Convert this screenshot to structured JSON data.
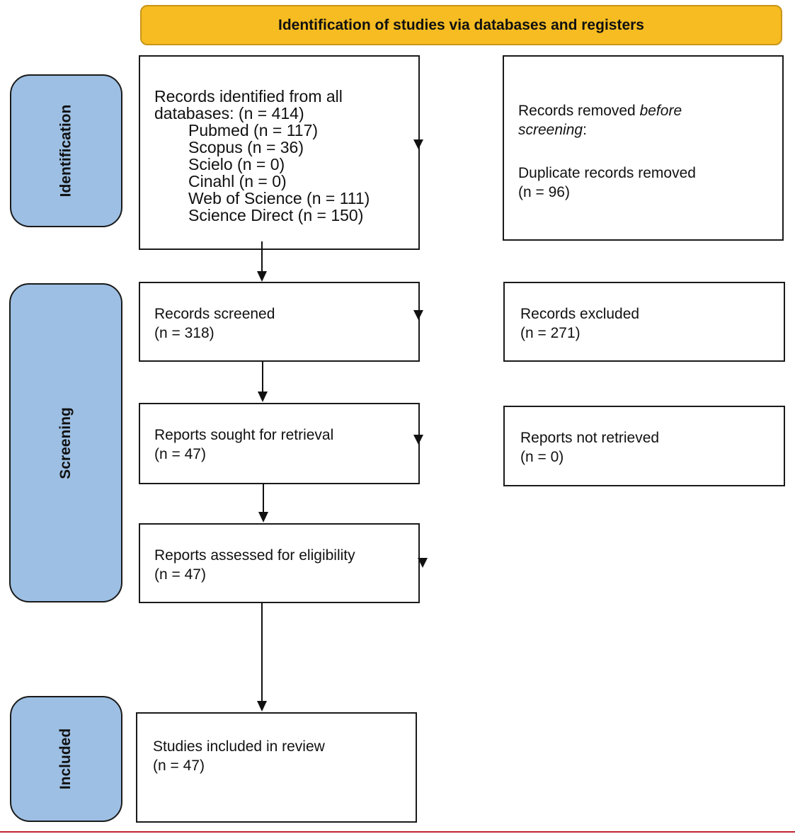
{
  "header": {
    "title": "Identification of studies via databases and registers"
  },
  "stages": {
    "identification": "Identification",
    "screening": "Screening",
    "included": "Included"
  },
  "records_identified": {
    "line1": "Records identified from all",
    "line2": "databases: (n = 414)",
    "sources": [
      "Pubmed (n = 117)",
      "Scopus (n = 36)",
      "Scielo (n = 0)",
      "Cinahl (n = 0)",
      "Web of Science (n = 111)",
      "Science Direct (n = 150)"
    ]
  },
  "records_removed": {
    "line1_plain": "Records removed ",
    "line1_italic": "before",
    "line2_italic": "screening",
    "line2_plain": ":",
    "line3": "Duplicate records removed",
    "line4": "(n = 96)"
  },
  "records_screened": {
    "label": "Records screened",
    "count": "(n = 318)"
  },
  "records_excluded": {
    "label": "Records excluded",
    "count": "(n = 271)"
  },
  "reports_sought": {
    "label": "Reports sought for retrieval",
    "count": "(n = 47)"
  },
  "reports_not_retrieved": {
    "label": "Reports not retrieved",
    "count": "(n = 0)"
  },
  "reports_assessed": {
    "label": "Reports assessed for eligibility",
    "count": "(n = 47)"
  },
  "studies_included": {
    "label": "Studies included in review",
    "count": "(n = 47)"
  }
}
